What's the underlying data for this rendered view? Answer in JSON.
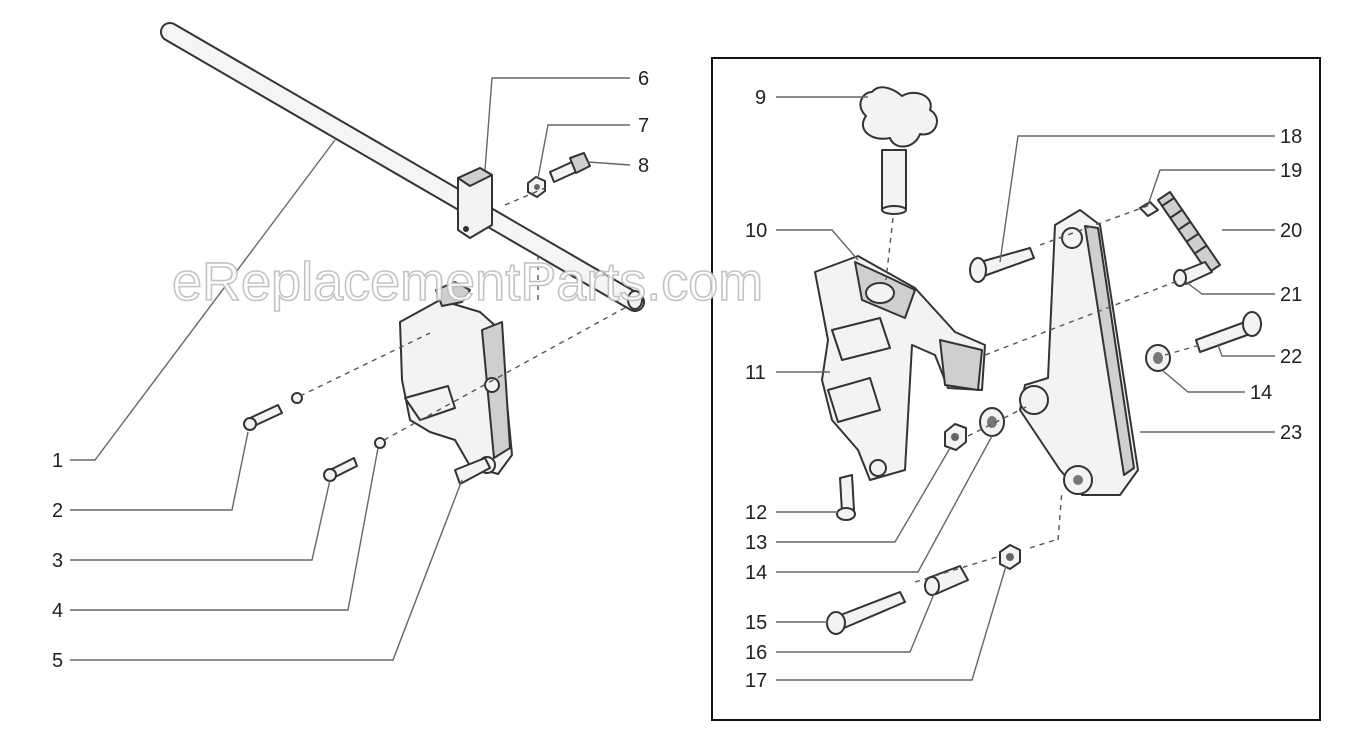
{
  "watermark": "eReplacementParts.com",
  "parts": [
    {
      "number": "1"
    },
    {
      "number": "2"
    },
    {
      "number": "3"
    },
    {
      "number": "4"
    },
    {
      "number": "5"
    },
    {
      "number": "6"
    },
    {
      "number": "7"
    },
    {
      "number": "8"
    },
    {
      "number": "9"
    },
    {
      "number": "10"
    },
    {
      "number": "11"
    },
    {
      "number": "12"
    },
    {
      "number": "13"
    },
    {
      "number": "14"
    },
    {
      "number": "15"
    },
    {
      "number": "16"
    },
    {
      "number": "17"
    },
    {
      "number": "18"
    },
    {
      "number": "19"
    },
    {
      "number": "20"
    },
    {
      "number": "21"
    },
    {
      "number": "14"
    },
    {
      "number": "22"
    },
    {
      "number": "23"
    }
  ]
}
